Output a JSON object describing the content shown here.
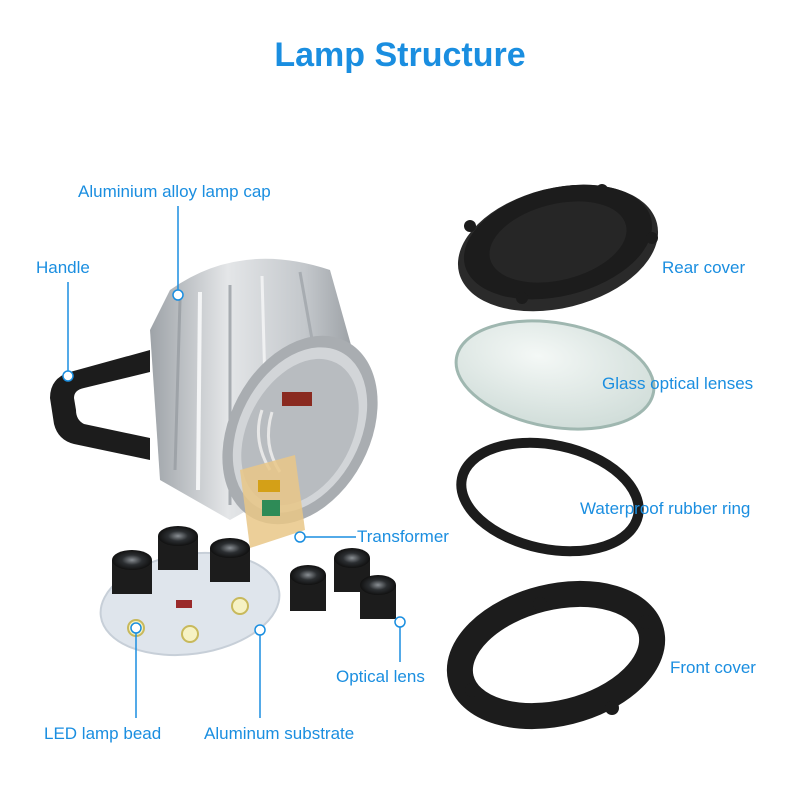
{
  "title": "Lamp Structure",
  "labels": {
    "lamp_cap": "Aluminium alloy lamp cap",
    "handle": "Handle",
    "transformer": "Transformer",
    "led_bead": "LED lamp bead",
    "substrate": "Aluminum substrate",
    "optical_lens": "Optical lens",
    "rear_cover": "Rear cover",
    "glass_lenses": "Glass optical lenses",
    "rubber_ring": "Waterproof rubber ring",
    "front_cover": "Front cover"
  },
  "colors": {
    "accent": "#1a8ee0",
    "part_dark": "#1c1c1c",
    "aluminium": "#c9cccf",
    "glass": "#dfe9e6"
  }
}
